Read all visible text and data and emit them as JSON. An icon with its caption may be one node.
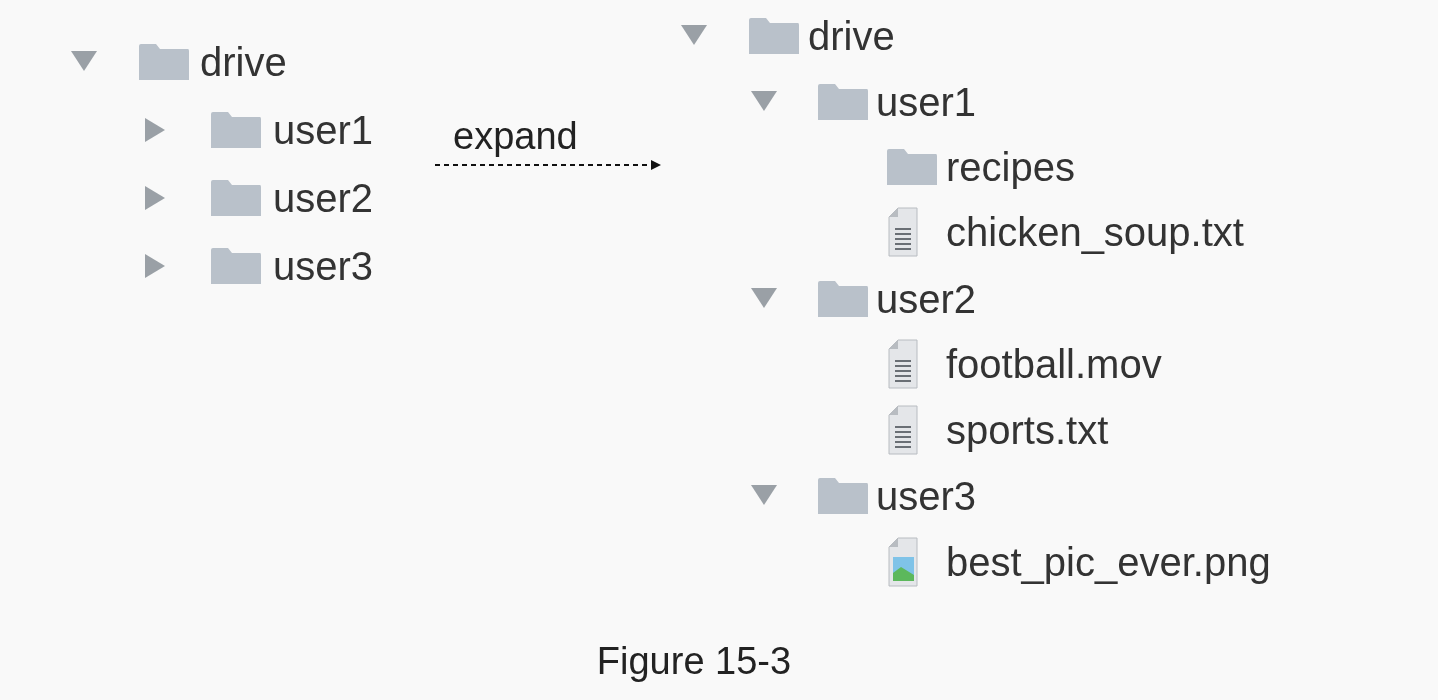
{
  "diagram": {
    "caption": "Figure 15-3",
    "nodes": [
      {
        "text": [],
        "shape": "box"
      },
      {
        "text": [
          "drive"
        ],
        "in": 0
      },
      {
        "text": [
          "user1"
        ],
        "in": 0
      },
      {
        "text": [
          "user2"
        ],
        "in": 0
      },
      {
        "text": [
          "user3"
        ],
        "in": 0
      },
      {
        "text": [],
        "shape": "box"
      },
      {
        "text": [
          "drive"
        ],
        "in": 5
      },
      {
        "text": [
          "user1"
        ],
        "in": 5
      },
      {
        "text": [
          "recipes"
        ],
        "in": 5
      },
      {
        "text": [
          "chicken_soup.txt"
        ],
        "in": 5
      },
      {
        "text": [
          "user2"
        ],
        "in": 5
      },
      {
        "text": [
          "football.mov"
        ],
        "in": 5
      },
      {
        "text": [
          "sports.txt"
        ],
        "in": 5
      },
      {
        "text": [
          "user3"
        ],
        "in": 5
      },
      {
        "text": [
          "best_pic_ever.png"
        ],
        "in": 5
      }
    ],
    "edges": [
      {
        "from": 0,
        "to": 5,
        "arrow": "to",
        "style": "dashed",
        "label": "expand"
      }
    ]
  }
}
